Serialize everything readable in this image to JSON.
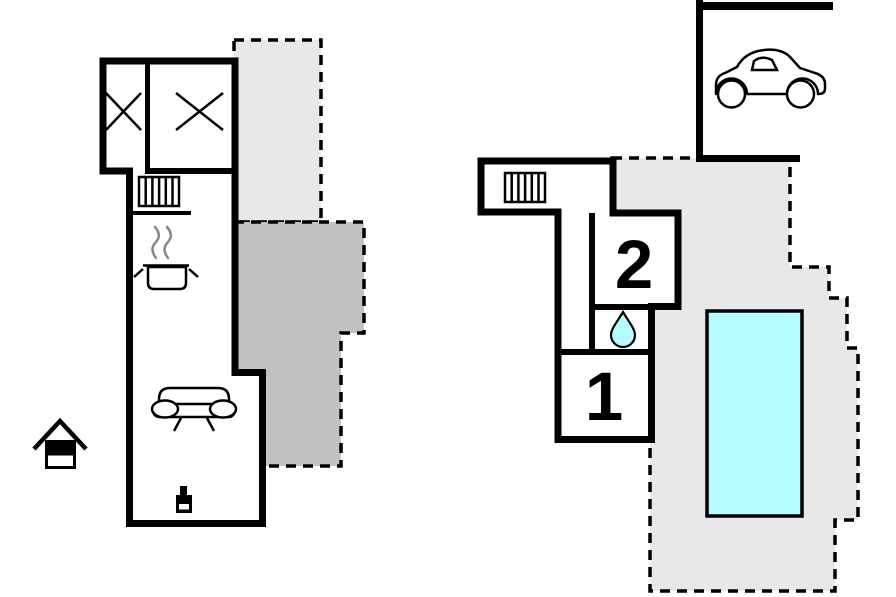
{
  "floorplan": {
    "rooms": {
      "bedroom_1": {
        "label": "1"
      },
      "bedroom_2": {
        "label": "2"
      }
    },
    "colors": {
      "pool_water": "#b5fbff",
      "drop_water": "#b5fbff",
      "terrace_upper_left": "#e8e8e8",
      "terrace_lower_left": "#c2c2c2",
      "terrace_right": "#e8e8e8",
      "walls": "#000000",
      "steam": "#888888",
      "background": "#ffffff"
    },
    "icons": {
      "car": "carport-parking",
      "stairs_left_building": "stairs",
      "stairs_right_building": "stairs",
      "window_cross_small_room": "window-cross",
      "window_cross_large_room": "window-cross",
      "pot_with_steam": "kitchen-stove",
      "sofa": "living-room-sofa",
      "wood_stove": "wood-burning-stove",
      "annex_house": "annex-house",
      "water_drop": "bathroom-water-drop",
      "pool": "swimming-pool"
    }
  }
}
